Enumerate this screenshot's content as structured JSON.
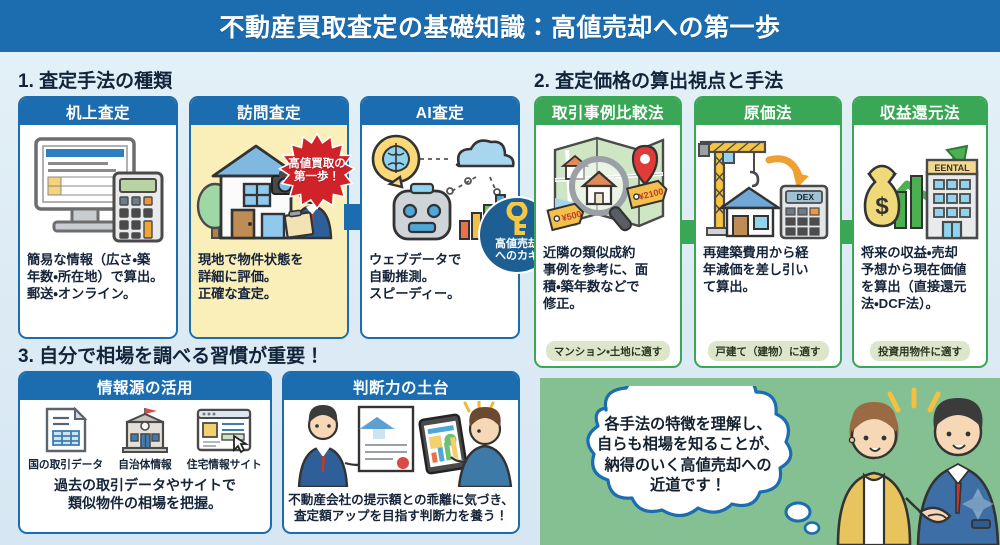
{
  "header": {
    "title": "不動産買取査定の基礎知識：高値売却への第一歩",
    "bg_color": "#1c6cb0"
  },
  "colors": {
    "blue": "#1c6cb0",
    "green": "#3aa757",
    "panel_green": "#84c091",
    "yellow_card": "#faeeb9",
    "pill_bg": "#dde6cb",
    "page_bg": "#dfeef6"
  },
  "section1": {
    "heading": "1. 査定手法の種類",
    "cards": [
      {
        "title": "机上査定",
        "art": "desktop-computer-calculator",
        "body": "簡易な情報（広さ・築\n年数・所在地）で算出。\n郵送・オンライン。"
      },
      {
        "title": "訪問査定",
        "art": "house-agent-camera",
        "body": "現地で物件状態を\n詳細に評価。\n正確な査定。"
      },
      {
        "title": "AI査定",
        "art": "robot-brain-cloud-chart",
        "body": "ウェブデータで\n自動推測。\nスピーディー。"
      }
    ],
    "starburst_badge": "高値買取の\n第一歩！",
    "key_badge": "高値売却\nへのカギ"
  },
  "section2": {
    "heading": "2. 査定価格の算出視点と手法",
    "cards": [
      {
        "title": "取引事例比較法",
        "art": "map-magnifier-pricetags",
        "body": "近隣の類似成約\n事例を参考に、面\n積・築年数などで\n修正。",
        "pill": "マンション・土地に適す"
      },
      {
        "title": "原価法",
        "art": "crane-house-calculator",
        "body": "再建築費用から経\n年減価を差し引い\nて算出。",
        "pill": "戸建て（建物）に適す"
      },
      {
        "title": "収益還元法",
        "art": "moneybag-graph-building",
        "body": "将来の収益・売却\n予想から現在価値\nを算出（直接還元\n法・DCF法）。",
        "pill": "投資用物件に適す"
      }
    ],
    "building_sign": "EENTAL",
    "calculator_display": "DEX",
    "price_tags": [
      "¥500",
      "¥2100"
    ]
  },
  "section3": {
    "heading": "3. 自分で相場を調べる習慣が重要！",
    "cards": [
      {
        "title": "情報源の活用",
        "icons": [
          {
            "name": "document-table-icon",
            "caption": "国の取引データ"
          },
          {
            "name": "government-building-icon",
            "caption": "自治体情報"
          },
          {
            "name": "browser-window-icon",
            "caption": "住宅情報サイト"
          }
        ],
        "body": "過去の取引データやサイトで\n類似物件の相場を把握。"
      },
      {
        "title": "判断力の土台",
        "art": "agent-document-tablet-client",
        "body": "不動産会社の提示額との乖離に気づき、\n査定額アップを目指す判断力を養う！"
      }
    ]
  },
  "conclusion": {
    "bubble_text": "各手法の特徴を理解し、\n自らも相場を知ることが、\n納得のいく高値売却への\n近道です！",
    "art": "handshake-woman-man"
  }
}
